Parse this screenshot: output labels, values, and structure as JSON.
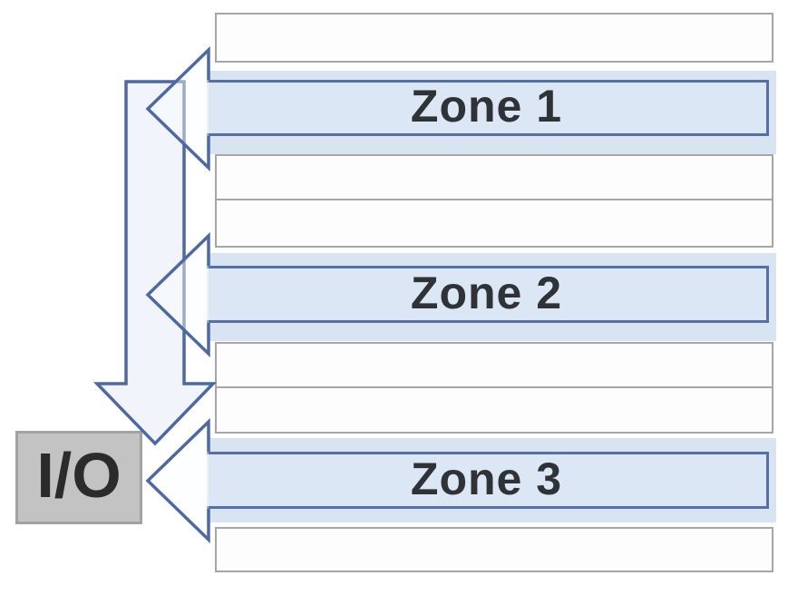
{
  "diagram": {
    "io_label": "I/O",
    "zones": [
      {
        "label": "Zone 1"
      },
      {
        "label": "Zone 2"
      },
      {
        "label": "Zone 3"
      }
    ]
  },
  "colors": {
    "band_fill": "#d9e4f2",
    "zone_box_fill": "#dbe7f5",
    "zone_border": "#5470a6",
    "arrow_stroke": "#4e68a1",
    "arrow_fill": "#edf2fa",
    "row_fill": "#fdfdfd",
    "row_border": "#a6a6a6",
    "io_fill": "#c3c3c3",
    "io_border": "#a2a2a2",
    "label_color": "#2f3236",
    "io_text_color": "#2b2b2b",
    "page_bg": "#ffffff"
  }
}
